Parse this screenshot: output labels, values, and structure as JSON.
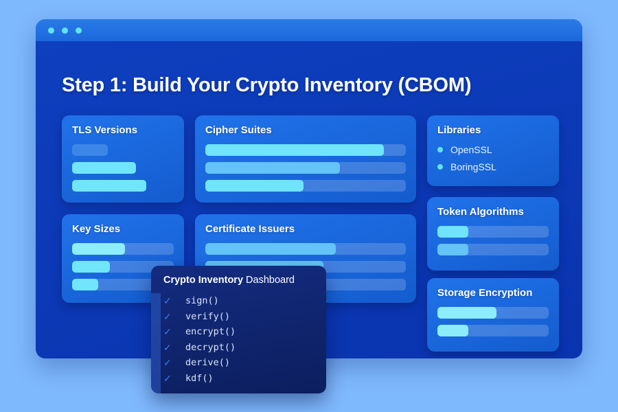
{
  "window": {
    "dots": [
      "traffic-dot",
      "traffic-dot",
      "traffic-dot"
    ],
    "dot_color": "#5FE3F5",
    "titlebar_color": "#1C68DC",
    "body_color": "#0B37B5"
  },
  "page": {
    "title": "Step 1: Build Your Crypto Inventory (CBOM)",
    "background": "#7FB9FD",
    "accent_cyan": "#62E4F7",
    "accent_blue": "#5BB4F6"
  },
  "cards": [
    {
      "id": "tls-versions",
      "title": "TLS Versions",
      "style": "floating-bars",
      "bars": [
        {
          "width_pct": 35,
          "color": "#3C86E8"
        },
        {
          "width_pct": 63,
          "color": "#71E6FB"
        },
        {
          "width_pct": 73,
          "color": "#71E6FB"
        }
      ]
    },
    {
      "id": "cipher-suites",
      "title": "Cipher Suites",
      "style": "track-bars",
      "bars": [
        {
          "width_pct": 89,
          "color": "#6FE4FA"
        },
        {
          "width_pct": 67,
          "color": "#64C3F7"
        },
        {
          "width_pct": 49,
          "color": "#6FE4FA"
        }
      ]
    },
    {
      "id": "libraries",
      "title": "Libraries",
      "style": "bullets",
      "items": [
        "OpenSSL",
        "BoringSSL"
      ]
    },
    {
      "id": "key-sizes",
      "title": "Key Sizes",
      "style": "track-bars",
      "bars": [
        {
          "width_pct": 52,
          "color": "#8DEDFB"
        },
        {
          "width_pct": 37,
          "color": "#71E6FB"
        },
        {
          "width_pct": 26,
          "color": "#71E6FB"
        }
      ]
    },
    {
      "id": "certificate-issuers",
      "title": "Certificate Issuers",
      "style": "track-bars",
      "bars": [
        {
          "width_pct": 65,
          "color": "#64C3F7"
        },
        {
          "width_pct": 59,
          "color": "#64C3F7"
        },
        {
          "width_pct": 0,
          "color": "#64C3F7"
        }
      ]
    },
    {
      "id": "token-algorithms",
      "title": "Token Algorithms",
      "style": "track-bars",
      "bars": [
        {
          "width_pct": 28,
          "color": "#6FE4FA"
        },
        {
          "width_pct": 28,
          "color": "#64C3F7"
        }
      ]
    },
    {
      "id": "storage-encryption",
      "title": "Storage Encryption",
      "style": "track-bars",
      "bars": [
        {
          "width_pct": 53,
          "color": "#8DEDFB"
        },
        {
          "width_pct": 28,
          "color": "#8DEDFB"
        }
      ]
    }
  ],
  "overlay": {
    "title_bold": "Crypto Inventory",
    "title_regular": "Dashboard",
    "check_glyph": "✓",
    "check_color": "#2E7DF7",
    "items": [
      "sign()",
      "verify()",
      "encrypt()",
      "decrypt()",
      "derive()",
      "kdf()"
    ]
  }
}
